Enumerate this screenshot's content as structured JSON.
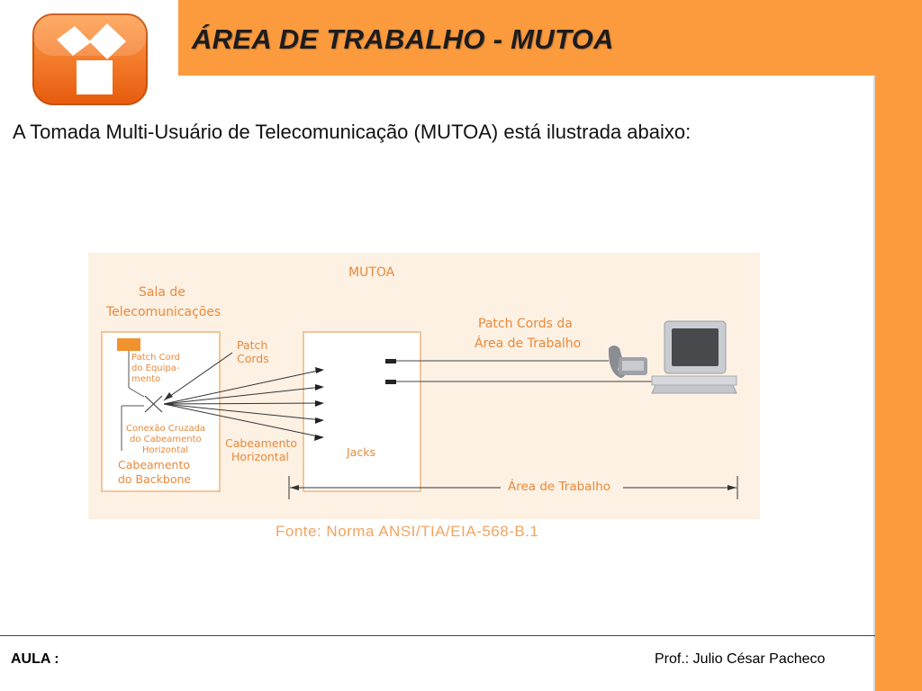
{
  "slide": {
    "title": "ÁREA DE TRABALHO  - MUTOA",
    "intro": "A Tomada Multi-Usuário de Telecomunicação (MUTOA) está ilustrada abaixo:"
  },
  "figure": {
    "mutoa_label": "MUTOA",
    "sala_label_1": "Sala de",
    "sala_label_2": "Telecomunicações",
    "patch_cord_equip_1": "Patch Cord",
    "patch_cord_equip_2": "do Equipa-",
    "patch_cord_equip_3": "mento",
    "patch_cords_1": "Patch",
    "patch_cords_2": "Cords",
    "conexao_1": "Conexão Cruzada",
    "conexao_2": "do Cabeamento",
    "conexao_3": "Horizontal",
    "backbone_1": "Cabeamento",
    "backbone_2": "do Backbone",
    "cab_horizontal_1": "Cabeamento",
    "cab_horizontal_2": "Horizontal",
    "jacks": "Jacks",
    "patch_cords_area_1": "Patch Cords da",
    "patch_cords_area_2": "Área de Trabalho",
    "area_trabalho": "Área de Trabalho",
    "source": "Fonte: Norma ANSI/TIA/EIA-568-B.1",
    "colors": {
      "background": "#fdf1e4",
      "label": "#e9893a",
      "box_border": "#efb57e"
    }
  },
  "footer": {
    "left": "AULA :",
    "right": "Prof.: Julio César Pacheco"
  },
  "colors": {
    "accent": "#fc9a3e"
  }
}
